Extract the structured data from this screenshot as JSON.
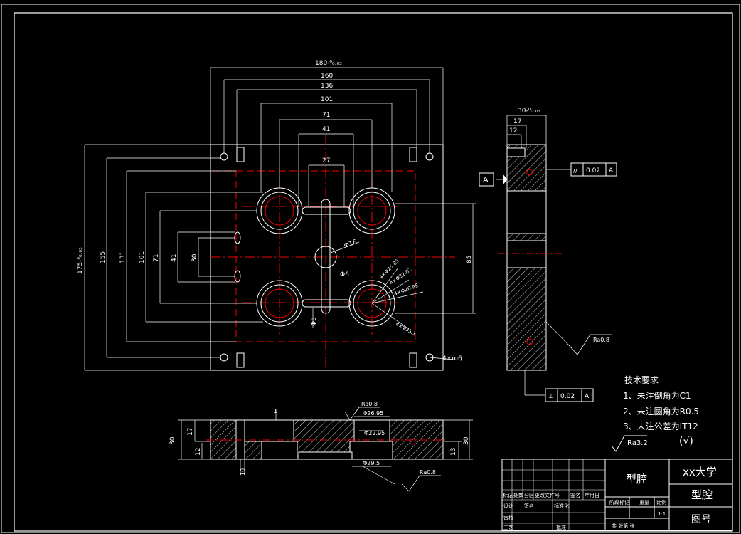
{
  "plan_dims": {
    "top": [
      "180-⁰₀.₀₃",
      "160",
      "136",
      "101",
      "71",
      "41",
      "27"
    ],
    "left": [
      "175-⁰₀.₀₃",
      "155",
      "131",
      "101",
      "71",
      "41",
      "30"
    ],
    "right": "85",
    "gate_small": "Φ5",
    "sprue": "Φ16",
    "runner": "Φ6",
    "bolt_note": "4×m6",
    "cavity_callouts": [
      "4×Φ25.85",
      "4×Φ32.02",
      "4×Φ26.95",
      "4×Φ35.1"
    ]
  },
  "side_view": {
    "dims": [
      "30-⁰₀.₀₃",
      "17",
      "12"
    ],
    "datum": "A",
    "fcf_parallel": {
      "symbol": "//",
      "value": "0.02",
      "datum": "A"
    },
    "fcf_perp": {
      "symbol": "⊥",
      "value": "0.02",
      "datum": "A"
    },
    "roughness": "Ra0.8"
  },
  "section_view": {
    "ra_top": "Ra0.8",
    "ra_bottom": "Ra0.8",
    "d1": "Φ26.95",
    "d2": "Φ22.95",
    "d3": "Φ29.5",
    "left_dims": [
      "30",
      "17",
      "12"
    ],
    "right_dims": [
      "30",
      "13"
    ],
    "bottom_dim": "10",
    "mark_1": "1"
  },
  "notes": {
    "heading": "技术要求",
    "items": [
      "1、未注倒角为C1",
      "2、未注圆角为R0.5",
      "3、未注公差为IT12"
    ],
    "roughness": "Ra3.2",
    "roughness_other": "(√)"
  },
  "title_block": {
    "part_name": "型腔",
    "school": "xx大学",
    "drawing_name": "型腔",
    "drawing_no_label": "图号",
    "row_labels": [
      "标记",
      "处数",
      "分区",
      "更改文件号",
      "签名",
      "年月日"
    ],
    "row2": [
      "设计",
      "签名",
      "标准化"
    ],
    "row3": [
      "审核"
    ],
    "row4": [
      "工艺",
      "批准"
    ],
    "stage_labels": [
      "阶段标记",
      "重量",
      "比例"
    ],
    "scale": "1:1",
    "sheet": "共 张第 张"
  },
  "colors": {
    "background": "#000000",
    "line": "#ffffff",
    "center": "#ff0000",
    "hatch": "#ffffff"
  }
}
